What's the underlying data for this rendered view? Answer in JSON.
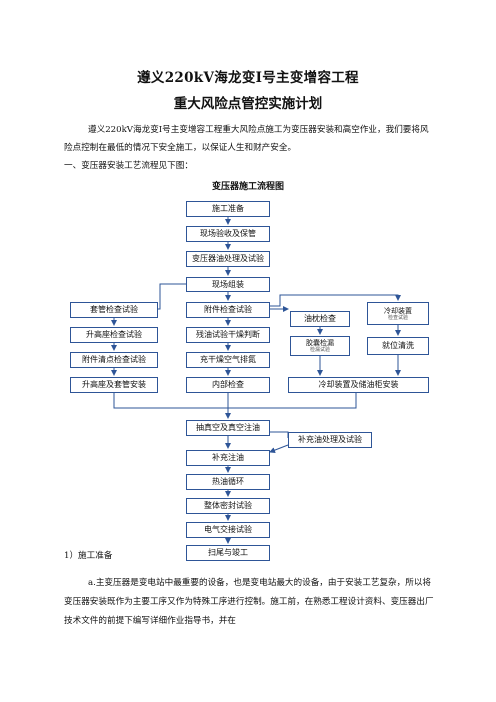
{
  "doc": {
    "title_line1": "遵义220kV海龙变Ⅰ号主变增容工程",
    "title_line2": "重大风险点管控实施计划",
    "intro": "遵义220kV海龙变Ⅰ号主变增容工程重大风险点施工为变压器安装和高空作业，我们要将风险点控制在最低的情况下安全施工，以保证人生和财产安全。",
    "step1_heading": "一、变压器安装工艺流程见下图：",
    "chart_title": "变压器施工流程图",
    "section1_label": "1）施工准备",
    "section1_text": "a.主变压器是变电站中最重要的设备，也是变电站最大的设备，由于安装工艺复杂，所以将变压器安装既作为主要工序又作为特殊工序进行控制。施工前，在熟悉工程设计资料、变压器出厂技术文件的前提下编写详细作业指导书，并在"
  },
  "flow": {
    "prep": "施工准备",
    "accept": "现场验收及保管",
    "oil_treat": "变压器油处理及试验",
    "assembly": "现场组装",
    "bushing_test": "套管检查试验",
    "turret_test": "升高座检查试验",
    "accessory_clean": "附件清点检查试验",
    "turret_install": "升高座及套管安装",
    "accessory_test": "附件检查试验",
    "residual_oil": "残油试验干燥判断",
    "dry_air": "充干燥空气排氮",
    "internal": "内部检查",
    "conservator": "油枕检查",
    "bladder": "胶囊检漏",
    "bladder_sub": "检漏试验",
    "cooler": "冷却装置",
    "cooler_sub": "检查试验",
    "cooler_clean": "就位清洗",
    "cooler_install": "冷却装置及储油柜安装",
    "vacuum": "抽真空及真空注油",
    "oil_add_treat": "补充油处理及试验",
    "top_up": "补充注油",
    "hot_oil": "热油循环",
    "seal_test": "整体密封试验",
    "elec_test": "电气交接试验",
    "cleanup": "扫尾与竣工"
  },
  "colors": {
    "box_border": "#2e5597",
    "line": "#2e5597"
  }
}
